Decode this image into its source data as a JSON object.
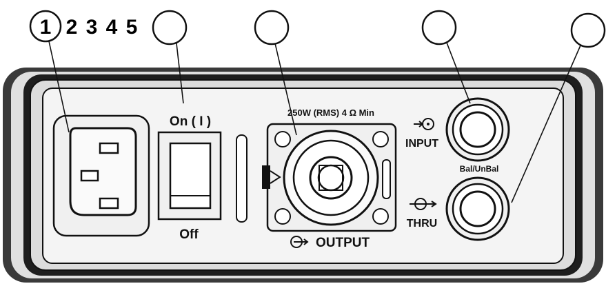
{
  "callouts": {
    "numbers": [
      "1",
      "2",
      "3",
      "4",
      "5"
    ]
  },
  "switch": {
    "on_label": "On ( I )",
    "off_label": "Off"
  },
  "output": {
    "rating_label": "250W (RMS)  4 Ω Min",
    "output_label": "OUTPUT"
  },
  "jacks": {
    "input_label": "INPUT",
    "balance_label": "Bal/UnBal",
    "thru_label": "THRU"
  },
  "colors": {
    "line": "#111111",
    "panel_light": "#f4f4f4",
    "panel_gray": "#d9d9d9",
    "frame_dark": "#3a3a3a"
  }
}
